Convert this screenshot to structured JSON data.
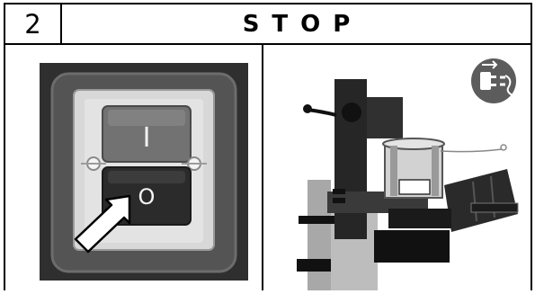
{
  "step": {
    "number": "2",
    "title": "STOP"
  },
  "switch": {
    "on_symbol": "I",
    "off_symbol": "O"
  },
  "colors": {
    "housing_dark": "#3a3a3a",
    "gasket": "#565656",
    "frame_light": "#d6d6d6",
    "rocker_upper": "#6f6f6f",
    "rocker_lower": "#2c2c2c",
    "machine_black": "#2a2a2a",
    "machine_grey": "#a8a8a8",
    "icon_bg": "#5c5c5c"
  },
  "icons": {
    "pointer": "arrow-pointer-icon",
    "unplug": "unplug-icon"
  }
}
